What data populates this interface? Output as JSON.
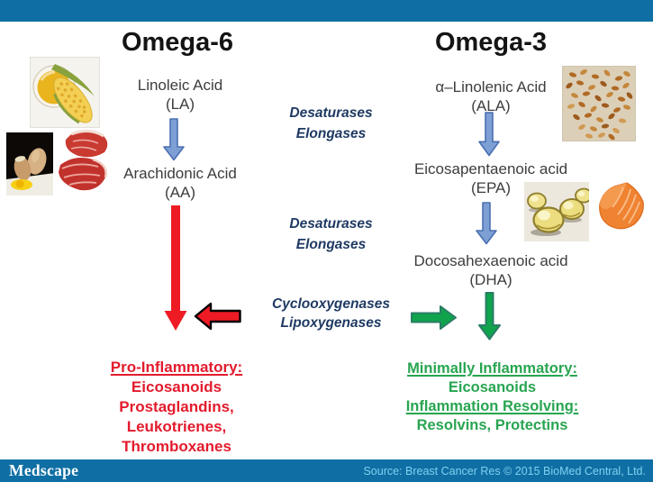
{
  "header": {
    "left_title": "Omega-6",
    "right_title": "Omega-3"
  },
  "omega6": {
    "node1": {
      "line1": "Linoleic Acid",
      "line2": "(LA)"
    },
    "node2": {
      "line1": "Arachidonic Acid",
      "line2": "(AA)"
    },
    "outcome": {
      "title": "Pro-Inflammatory:",
      "lines": [
        "Eicosanoids",
        "Prostaglandins,",
        "Leukotrienes,",
        "Thromboxanes"
      ]
    }
  },
  "omega3": {
    "node1": {
      "line1": "α–Linolenic Acid",
      "line2": "(ALA)"
    },
    "node2": {
      "line1": "Eicosapentaenoic acid",
      "line2": "(EPA)"
    },
    "node3": {
      "line1": "Docosahexaenoic acid",
      "line2": "(DHA)"
    },
    "outcome": {
      "title1": "Minimally Inflammatory:",
      "line1": "Eicosanoids",
      "title2": "Inflammation Resolving:",
      "line2": "Resolvins, Protectins"
    }
  },
  "enzymes": {
    "set1": {
      "line1": "Desaturases",
      "line2": "Elongases"
    },
    "set2": {
      "line1": "Desaturases",
      "line2": "Elongases"
    },
    "set3": {
      "line1": "Cyclooxygenases",
      "line2": "Lipoxygenases"
    }
  },
  "images": {
    "corn_oil": "corn-oil-photo",
    "eggs": "eggs-photo",
    "red_meat": "red-meat-photo",
    "flaxseed": "flaxseed-photo",
    "fish_oil_capsules": "fish-oil-capsules-photo",
    "salmon": "salmon-photo"
  },
  "footer": {
    "logo": "Medscape",
    "source": "Source: Breast Cancer Res © 2015 BioMed Central, Ltd."
  },
  "colors": {
    "bar_blue": "#0f6fa4",
    "source_text": "#7fd0f0",
    "enzyme_navy": "#1f3a63",
    "red": "#ee1b24",
    "red_text": "#e31b2d",
    "green": "#0fa44c",
    "green_text": "#28a551",
    "blue_arrow_fill": "#7e9fd4",
    "blue_arrow_stroke": "#4a70b2"
  }
}
